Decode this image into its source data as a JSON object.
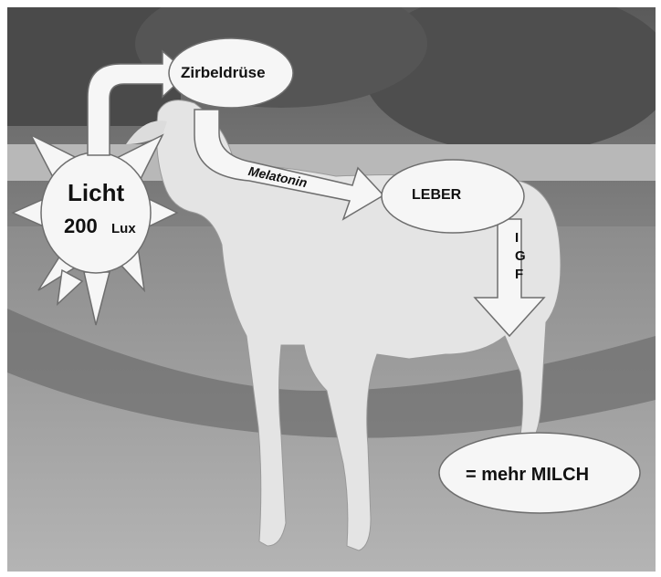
{
  "labels": {
    "pineal": "Zirbeldrüse",
    "melatonin": "Melatonin",
    "liver": "LEBER",
    "igf": [
      "I",
      "G",
      "F"
    ],
    "light_word": "Licht",
    "light_value": "200",
    "light_unit": "Lux",
    "result_prefix": "= mehr",
    "result_word": "MILCH"
  },
  "colors": {
    "shape_fill": "#f6f6f6",
    "shape_stroke": "#6e6e6e",
    "text": "#111111"
  }
}
